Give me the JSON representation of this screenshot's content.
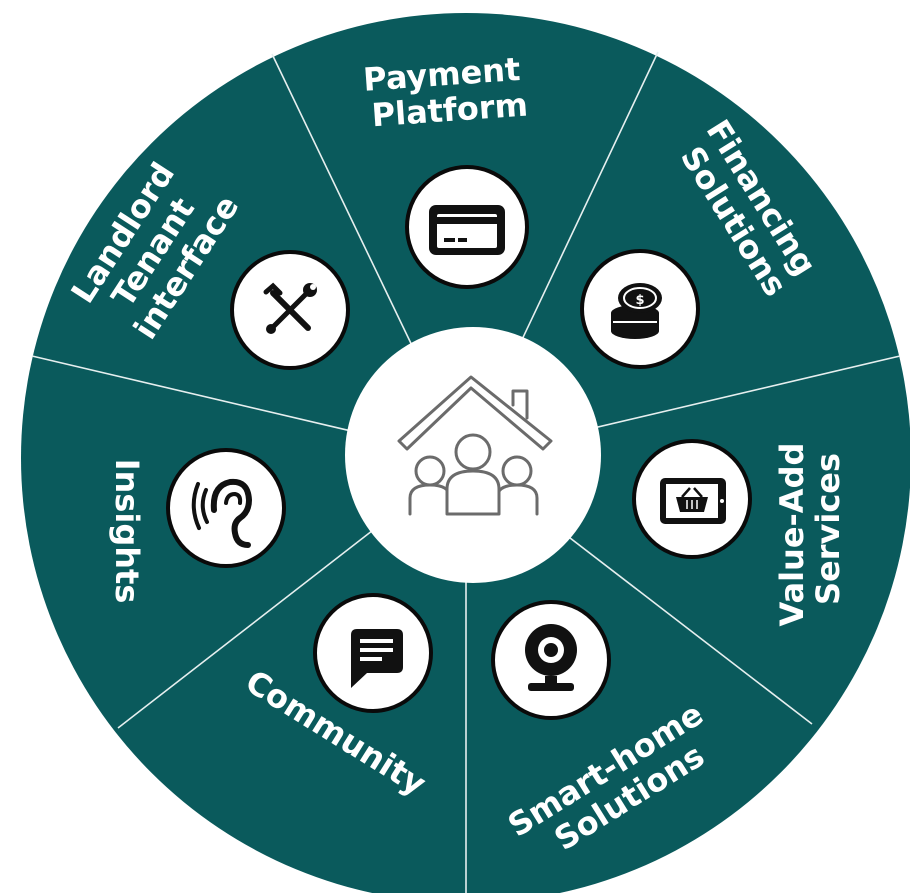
{
  "diagram": {
    "colors": {
      "wheel": "#0a5a5c",
      "icon_bg": "#ffffff",
      "icon_fg": "#111111",
      "center_icon": "#6b6b6b"
    },
    "center": {
      "icon": "house-with-people-icon"
    },
    "segments": [
      {
        "key": "payment",
        "lines": [
          "Payment",
          "Platform"
        ],
        "icon": "credit-card-icon"
      },
      {
        "key": "financing",
        "lines": [
          "Financing",
          "Solutions"
        ],
        "icon": "coin-stack-icon"
      },
      {
        "key": "value_add",
        "lines": [
          "Value-Add",
          "Services"
        ],
        "icon": "tablet-shopping-basket-icon"
      },
      {
        "key": "smart_home",
        "lines": [
          "Smart-home",
          "Solutions"
        ],
        "icon": "webcam-icon"
      },
      {
        "key": "community",
        "lines": [
          "Community"
        ],
        "icon": "chat-bubble-icon"
      },
      {
        "key": "insights",
        "lines": [
          "Insights"
        ],
        "icon": "ear-icon"
      },
      {
        "key": "landlord",
        "lines": [
          "Landlord",
          "Tenant",
          "interface"
        ],
        "icon": "tools-icon"
      }
    ]
  }
}
